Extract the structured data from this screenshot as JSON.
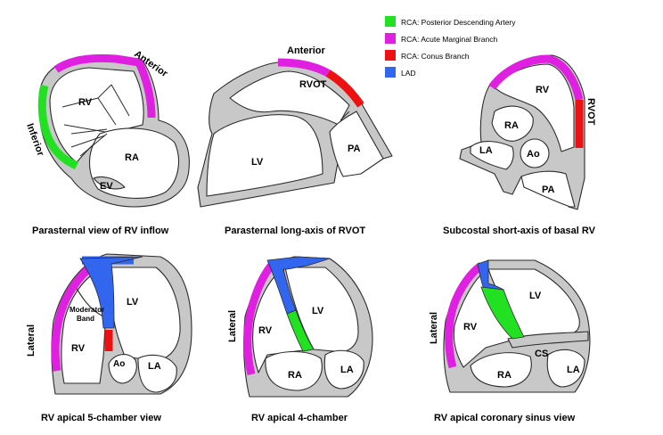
{
  "colors": {
    "pda": "#22e022",
    "amb": "#e020e0",
    "conus": "#ee1111",
    "lad": "#3366ee",
    "wall": "#c8c8c8"
  },
  "legend": [
    {
      "key": "pda",
      "label": "RCA: Posterior Descending Artery",
      "color": "#22e022"
    },
    {
      "key": "amb",
      "label": "RCA: Acute Marginal Branch",
      "color": "#e020e0"
    },
    {
      "key": "conus",
      "label": "RCA: Conus Branch",
      "color": "#ee1111"
    },
    {
      "key": "lad",
      "label": "LAD",
      "color": "#3366ee"
    }
  ],
  "panels": {
    "p1": {
      "caption": "Parasternal view of RV inflow",
      "rv": "RV",
      "ra": "RA",
      "ev": "EV",
      "anterior": "Anterior",
      "inferior": "Inferior"
    },
    "p2": {
      "caption": "Parasternal long-axis of RVOT",
      "anterior": "Anterior",
      "rvot": "RVOT",
      "lv": "LV",
      "pa": "PA"
    },
    "p3": {
      "caption": "Subcostal short-axis of basal RV",
      "rv": "RV",
      "rvot": "RVOT",
      "ra": "RA",
      "la": "LA",
      "ao": "Ao",
      "pa": "PA"
    },
    "p4": {
      "caption": "RV apical 5-chamber view",
      "lateral": "Lateral",
      "lv": "LV",
      "moderator1": "Moderator",
      "moderator2": "Band",
      "rv": "RV",
      "ao": "Ao",
      "la": "LA"
    },
    "p5": {
      "caption": "RV apical 4-chamber",
      "lateral": "Lateral",
      "rv": "RV",
      "lv": "LV",
      "ra": "RA",
      "la": "LA"
    },
    "p6": {
      "caption": "RV apical coronary sinus view",
      "lateral": "Lateral",
      "rv": "RV",
      "lv": "LV",
      "cs": "CS",
      "ra": "RA",
      "la": "LA"
    }
  }
}
